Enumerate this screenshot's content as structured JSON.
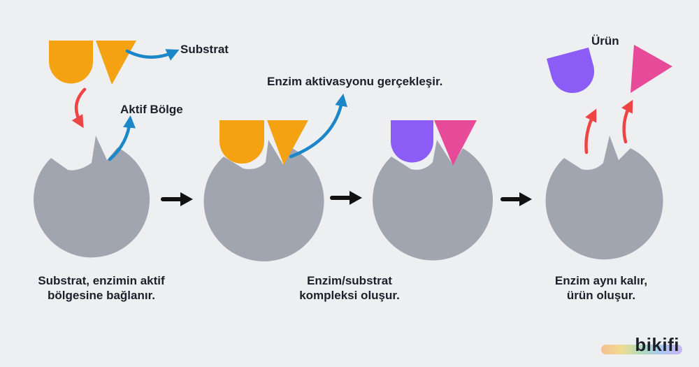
{
  "labels": {
    "substrate": "Substrat",
    "active_site": "Aktif Bölge",
    "activation": "Enzim aktivasyonu gerçekleşir.",
    "product": "Ürün"
  },
  "captions": {
    "step1": "Substrat, enzimin aktif\nbölgesine bağlanır.",
    "step2": "Enzim/substrat\nkompleksi oluşur.",
    "step3": "Enzim aynı kalır,\nürün oluşur."
  },
  "logo": "bikifi",
  "colors": {
    "enzyme": "#a0a5b0",
    "substrate": "#f4a112",
    "product_left": "#8b5cf6",
    "product_right": "#e84a9a",
    "blue_arrow": "#1b86c8",
    "red_arrow": "#ef4444",
    "black_arrow": "#111111"
  }
}
